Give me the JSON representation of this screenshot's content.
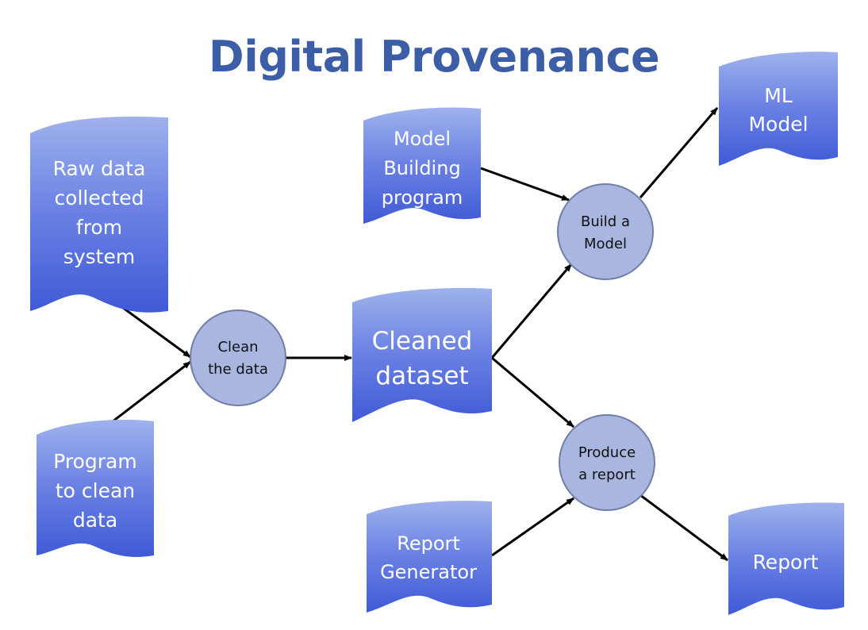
{
  "title": "Digital Provenance",
  "documents": {
    "raw_data": [
      "Raw data",
      "collected",
      "from",
      "system"
    ],
    "program_clean": [
      "Program",
      "to clean",
      "data"
    ],
    "model_building": [
      "Model",
      "Building",
      "program"
    ],
    "cleaned_dataset": [
      "Cleaned",
      "dataset"
    ],
    "ml_model": [
      "ML",
      "Model"
    ],
    "report_generator": [
      "Report",
      "Generator"
    ],
    "report": [
      "Report"
    ]
  },
  "processes": {
    "clean_data": [
      "Clean",
      "the data"
    ],
    "build_model": [
      "Build a",
      "Model"
    ],
    "produce_report": [
      "Produce",
      "a report"
    ]
  },
  "colors": {
    "title": "#3c5ea7",
    "doc_fill_top": "#9fb2ec",
    "doc_fill_bottom": "#3f5ad6",
    "process_fill": "#a9b6df",
    "process_stroke": "#6f7fa9",
    "arrow": "#000000"
  }
}
